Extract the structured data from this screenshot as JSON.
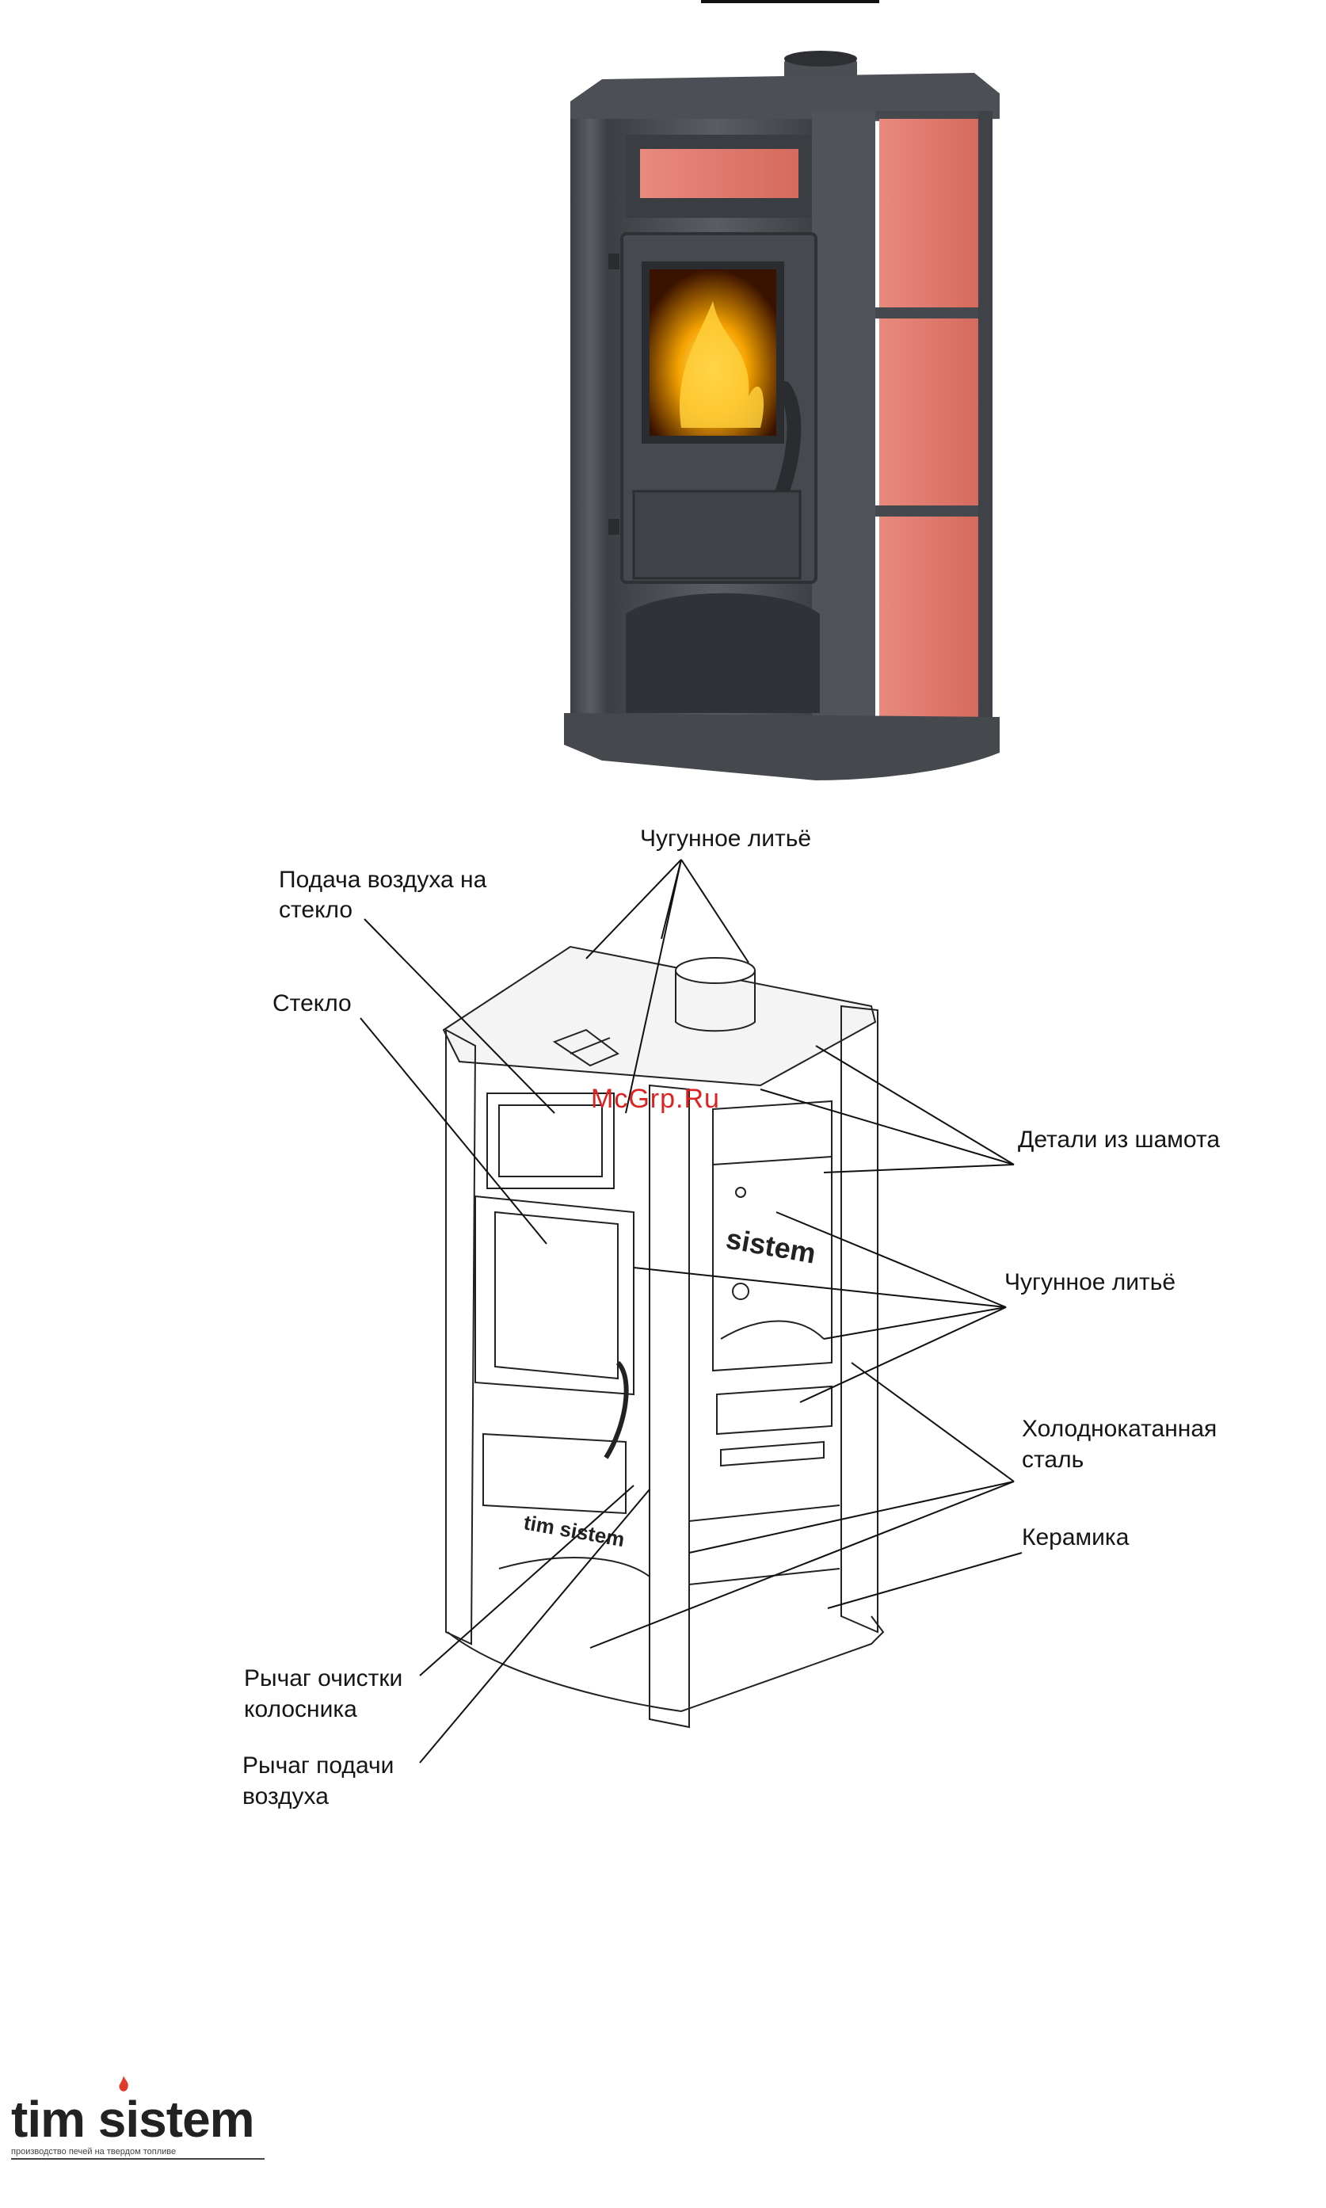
{
  "labels": {
    "cast_top": "Чугунное литьё",
    "air_glass_1": "Подача воздуха на",
    "air_glass_2": "стекло",
    "glass": "Стекло",
    "chamotte": "Детали из шамота",
    "cast_mid": "Чугунное литьё",
    "steel_1": "Холоднокатанная",
    "steel_2": "сталь",
    "ceramics": "Керамика",
    "grate_1": "Рычаг очистки",
    "grate_2": "колосника",
    "airlever_1": "Рычаг подачи",
    "airlever_2": "воздуха"
  },
  "watermark": "McGrp.Ru",
  "stove_brand": "sistem",
  "stove_brand_base": "tim sistem",
  "logo": {
    "name": "tim sistem",
    "tagline": "производство печей на твердом топливе"
  },
  "colors": {
    "body": "#4a4d52",
    "tile": "#e0766a",
    "flame": "#f5a300"
  }
}
